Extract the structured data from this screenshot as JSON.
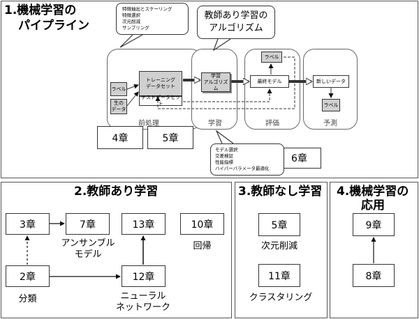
{
  "section1": {
    "title_line1": "1.機械学習の",
    "title_line2": "パイプライン",
    "preprocess_note": [
      "特徴抽出とスケーリング",
      "特徴選択",
      "次元削減",
      "サンプリング"
    ],
    "learning_callout": [
      "教師あり学習の",
      "アルゴリズム"
    ],
    "stages": {
      "preprocess": "前処理",
      "learning": "学習",
      "evaluation": "評価",
      "prediction": "予測"
    },
    "boxes": {
      "label": "ラベル",
      "raw_data": "生の\nデータ",
      "training_set": "トレーニング\nデータセット",
      "test_set": "テストデータセット",
      "algorithm": "学習\nアルゴリズム",
      "eval_label": "ラベル",
      "final_model": "最終モデル",
      "new_data": "新しいデータ",
      "pred_label": "ラベル"
    },
    "chapters": {
      "ch4": "4章",
      "ch5": "5章",
      "ch6": "6章"
    },
    "eval_note": [
      "モデル選択",
      "交差検証",
      "性能指標",
      "ハイパーパラメータ最適化"
    ]
  },
  "section2": {
    "title": "2.教師あり学習",
    "chapters": {
      "ch3": "3章",
      "ch7": "7章",
      "ch13": "13章",
      "ch10": "10章",
      "ch2": "2章",
      "ch12": "12章"
    },
    "captions": {
      "ensemble": "アンサンブル\nモデル",
      "regression": "回帰",
      "classification": "分類",
      "neural": "ニューラル\nネットワーク"
    }
  },
  "section3": {
    "title": "3.教師なし学習",
    "chapters": {
      "ch5": "5章",
      "ch11": "11章"
    },
    "captions": {
      "dim_reduction": "次元削減",
      "clustering": "クラスタリング"
    }
  },
  "section4": {
    "title_line1": "4.機械学習の",
    "title_line2": "応用",
    "chapters": {
      "ch9": "9章",
      "ch8": "8章"
    }
  }
}
